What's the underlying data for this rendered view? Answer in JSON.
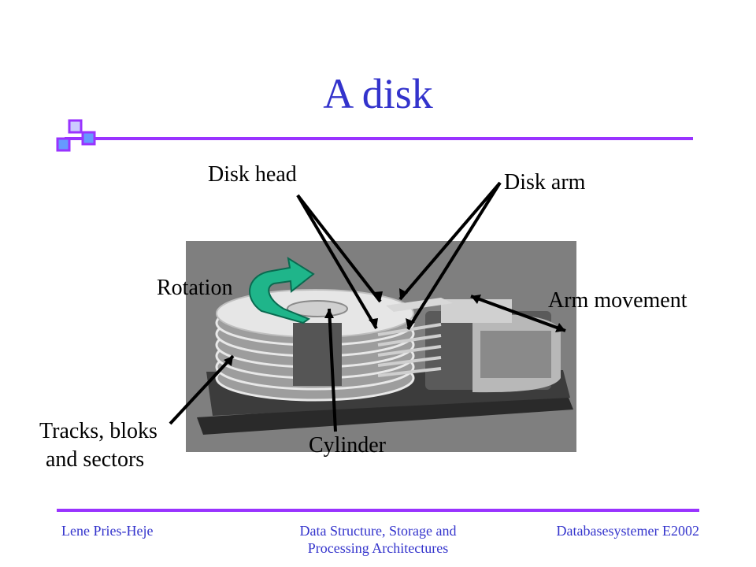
{
  "slide": {
    "title": "A disk",
    "labels": {
      "disk_head": "Disk head",
      "disk_arm": "Disk arm",
      "rotation": "Rotation",
      "arm_movement": "Arm movement",
      "tracks_line1": "Tracks, bloks",
      "tracks_line2": "and sectors",
      "cylinder": "Cylinder"
    },
    "footer": {
      "left": "Lene Pries-Heje",
      "center_line1": "Data Structure, Storage and",
      "center_line2": "Processing Architectures",
      "right": "Databasesystemer E2002"
    }
  },
  "colors": {
    "accent_purple": "#9933ff",
    "title_blue": "#3333cc",
    "rotation_arrow": "#1fb58a"
  },
  "icons": [
    "title-bullet-squares-icon",
    "rotation-arrow-icon"
  ]
}
